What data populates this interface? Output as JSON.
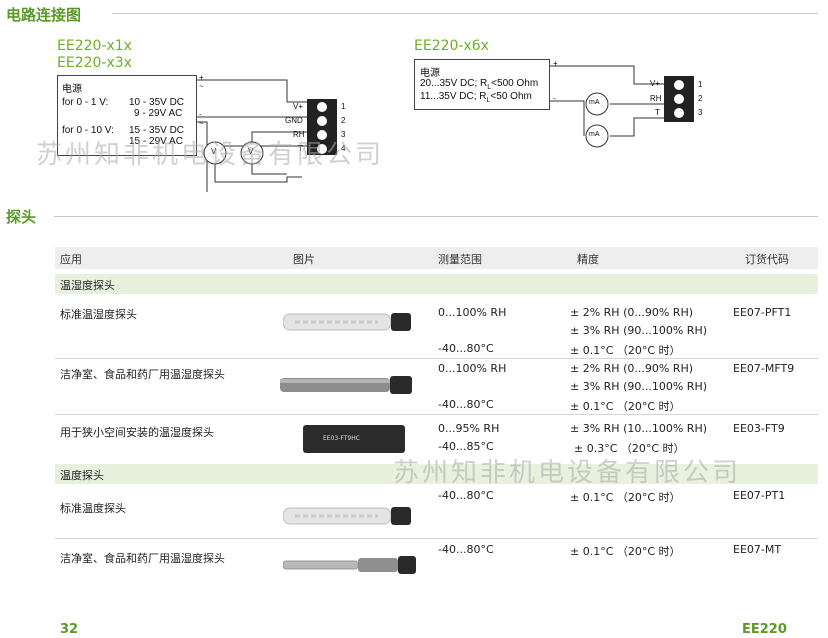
{
  "sections": {
    "circuit_title": "电路连接图",
    "probe_title": "探头"
  },
  "left_diagram": {
    "model1": "EE220-x1x",
    "model2": "EE220-x3x",
    "power_label": "电源",
    "line1_left": "for 0 - 1 V:",
    "line1_right": "10 - 35V DC",
    "line2_right": "9 - 29V AC",
    "line3_left": "for 0 - 10 V:",
    "line3_right": "15 - 35V DC",
    "line4_right": "15 - 29V AC",
    "plus": "+",
    "tilde": "~",
    "minus": "-",
    "terminals": [
      "V+",
      "GND",
      "RH",
      "T"
    ],
    "terminal_nums": [
      "1",
      "2",
      "3",
      "4"
    ],
    "meter": "V"
  },
  "right_diagram": {
    "model": "EE220-x6x",
    "power_label": "电源",
    "line1": "20...35V DC; R",
    "line1_sub": "L",
    "line1_tail": "<500 Ohm",
    "line2": "11...35V DC; R",
    "line2_sub": "L",
    "line2_tail": "<50 Ohm",
    "plus": "+",
    "minus": "-",
    "terminals": [
      "V+",
      "RH",
      "T"
    ],
    "terminal_nums": [
      "1",
      "2",
      "3"
    ],
    "meter": "mA"
  },
  "watermark": "苏州知非机电设备有限公司",
  "table": {
    "headers": [
      "应用",
      "图片",
      "测量范围",
      "精度",
      "订货代码"
    ],
    "groups": [
      {
        "label": "温湿度探头",
        "rows": [
          {
            "app": "标准温湿度探头",
            "range1": "0...100% RH",
            "range2": "-40...80°C",
            "acc1": "± 2% RH (0...90% RH)",
            "acc2": "± 3% RH (90...100% RH)",
            "acc3": "± 0.1°C （20°C 时）",
            "code": "EE07-PFT1"
          },
          {
            "app": "洁净室、食品和药厂用温湿度探头",
            "range1": "0...100% RH",
            "range2": "-40...80°C",
            "acc1": "± 2% RH (0...90% RH)",
            "acc2": "± 3% RH (90...100% RH)",
            "acc3": "± 0.1°C （20°C 时）",
            "code": "EE07-MFT9"
          },
          {
            "app": "用于狭小空间安装的温湿度探头",
            "range1": "0...95% RH",
            "range2": "-40...85°C",
            "acc1": "± 3% RH (10...100% RH)",
            "acc2": "± 0.3°C （20°C 时）",
            "acc3": "",
            "code": "EE03-FT9",
            "probe_label": "EE03-FT9HC"
          }
        ]
      },
      {
        "label": "温度探头",
        "rows": [
          {
            "app": "标准温度探头",
            "range1": "-40...80°C",
            "acc1": "± 0.1°C （20°C 时）",
            "code": "EE07-PT1"
          },
          {
            "app": "洁净室、食品和药厂用温湿度探头",
            "range1": "-40...80°C",
            "acc1": "± 0.1°C （20°C 时）",
            "code": "EE07-MT"
          }
        ]
      }
    ]
  },
  "footer": {
    "page": "32",
    "product": "EE220"
  },
  "colors": {
    "accent": "#5a9a2a",
    "group_bg": "#e7f1de",
    "header_bg": "#eeeeee"
  }
}
